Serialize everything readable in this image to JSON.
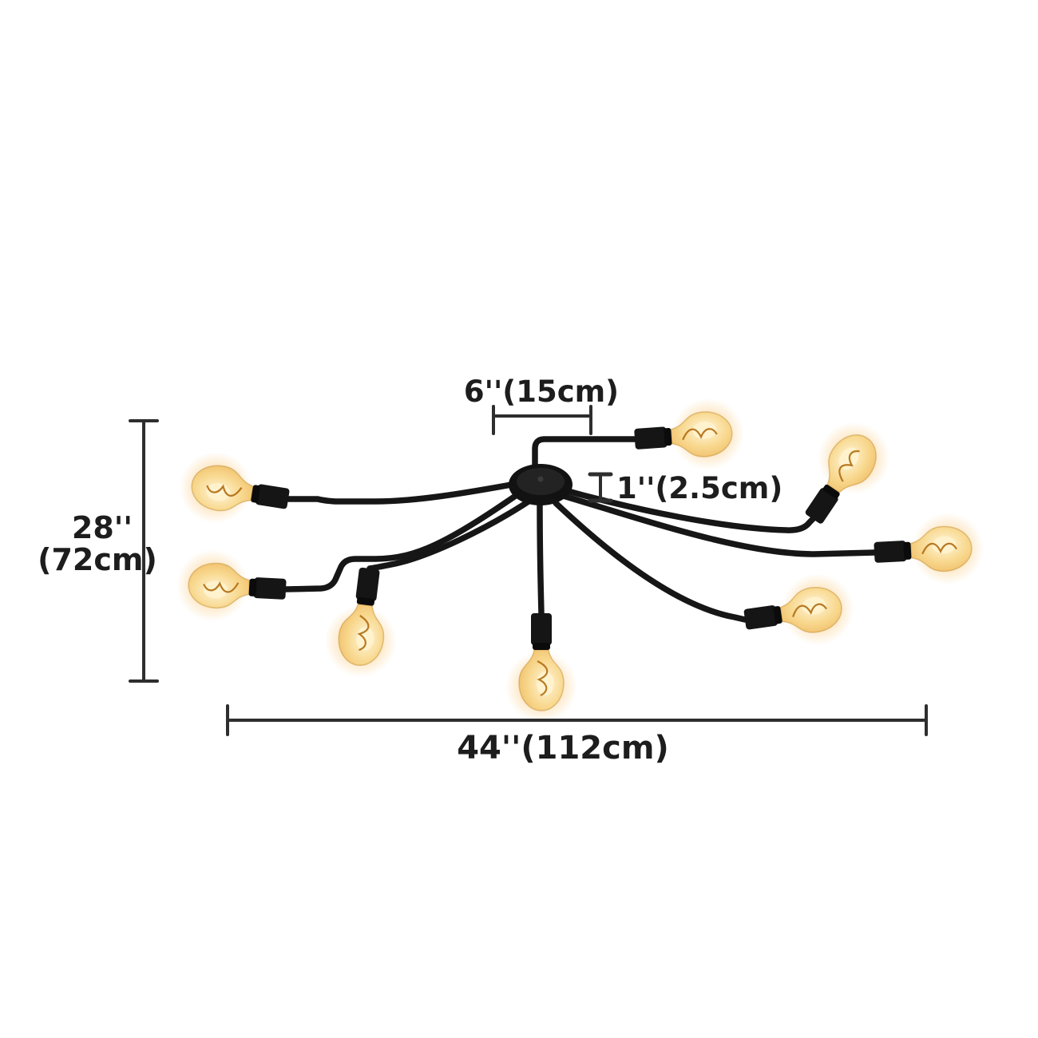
{
  "labels": {
    "top_offset": "6''(15cm)",
    "canopy_height": "1''(2.5cm)",
    "fixture_height_in": "28''",
    "fixture_height_cm": "(72cm)",
    "fixture_width": "44''(112cm)"
  },
  "fixture": {
    "bulb_count": 8
  },
  "colors": {
    "background": "#ffffff",
    "arm": "#161616",
    "canopy": "#121212",
    "socket": "#151515",
    "dimension": "#2e2e2e",
    "text": "#1d1d1d",
    "glow": "#f9bd5e",
    "glass_light": "#fff6dd",
    "glass_mid": "#f8d88e",
    "glass_deep": "#edb45b",
    "filament": "#b06b10"
  }
}
